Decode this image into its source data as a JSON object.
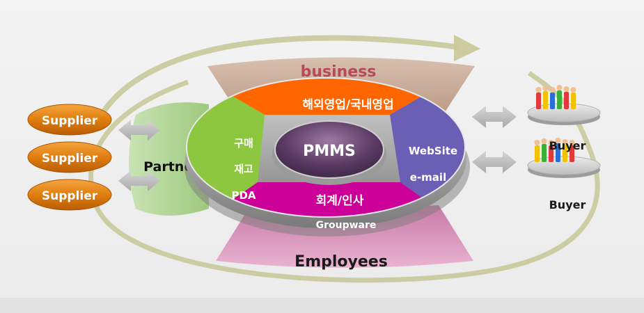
{
  "suppliers": [
    {
      "label": "Supplier"
    },
    {
      "label": "Supplier"
    },
    {
      "label": "Supplier"
    }
  ],
  "partners": {
    "label": "Partners"
  },
  "business": {
    "label": "business"
  },
  "employees": {
    "label": "Employees"
  },
  "groupware": {
    "label": "Groupware"
  },
  "center": {
    "label": "PMMS"
  },
  "segments": {
    "top": {
      "label": "해외영업/국내영업"
    },
    "left": {
      "lines": [
        "구매",
        "재고",
        "PDA"
      ]
    },
    "right": {
      "lines": [
        "WebSite",
        "e-mail"
      ]
    },
    "bottom": {
      "label": "회계/인사"
    }
  },
  "buyers": [
    {
      "label": "Buyer"
    },
    {
      "label": "Buyer"
    }
  ],
  "colors": {
    "supplier": "#e07d0e",
    "partners": "#a9cf8a",
    "business": "#c9a893",
    "employees": "#d58fb8",
    "seg_top": "#ff6600",
    "seg_left": "#8dc63f",
    "seg_right": "#6b5fb5",
    "seg_bottom": "#cc0099",
    "center": "#5a3a63",
    "orbit": "#c9c99a"
  }
}
